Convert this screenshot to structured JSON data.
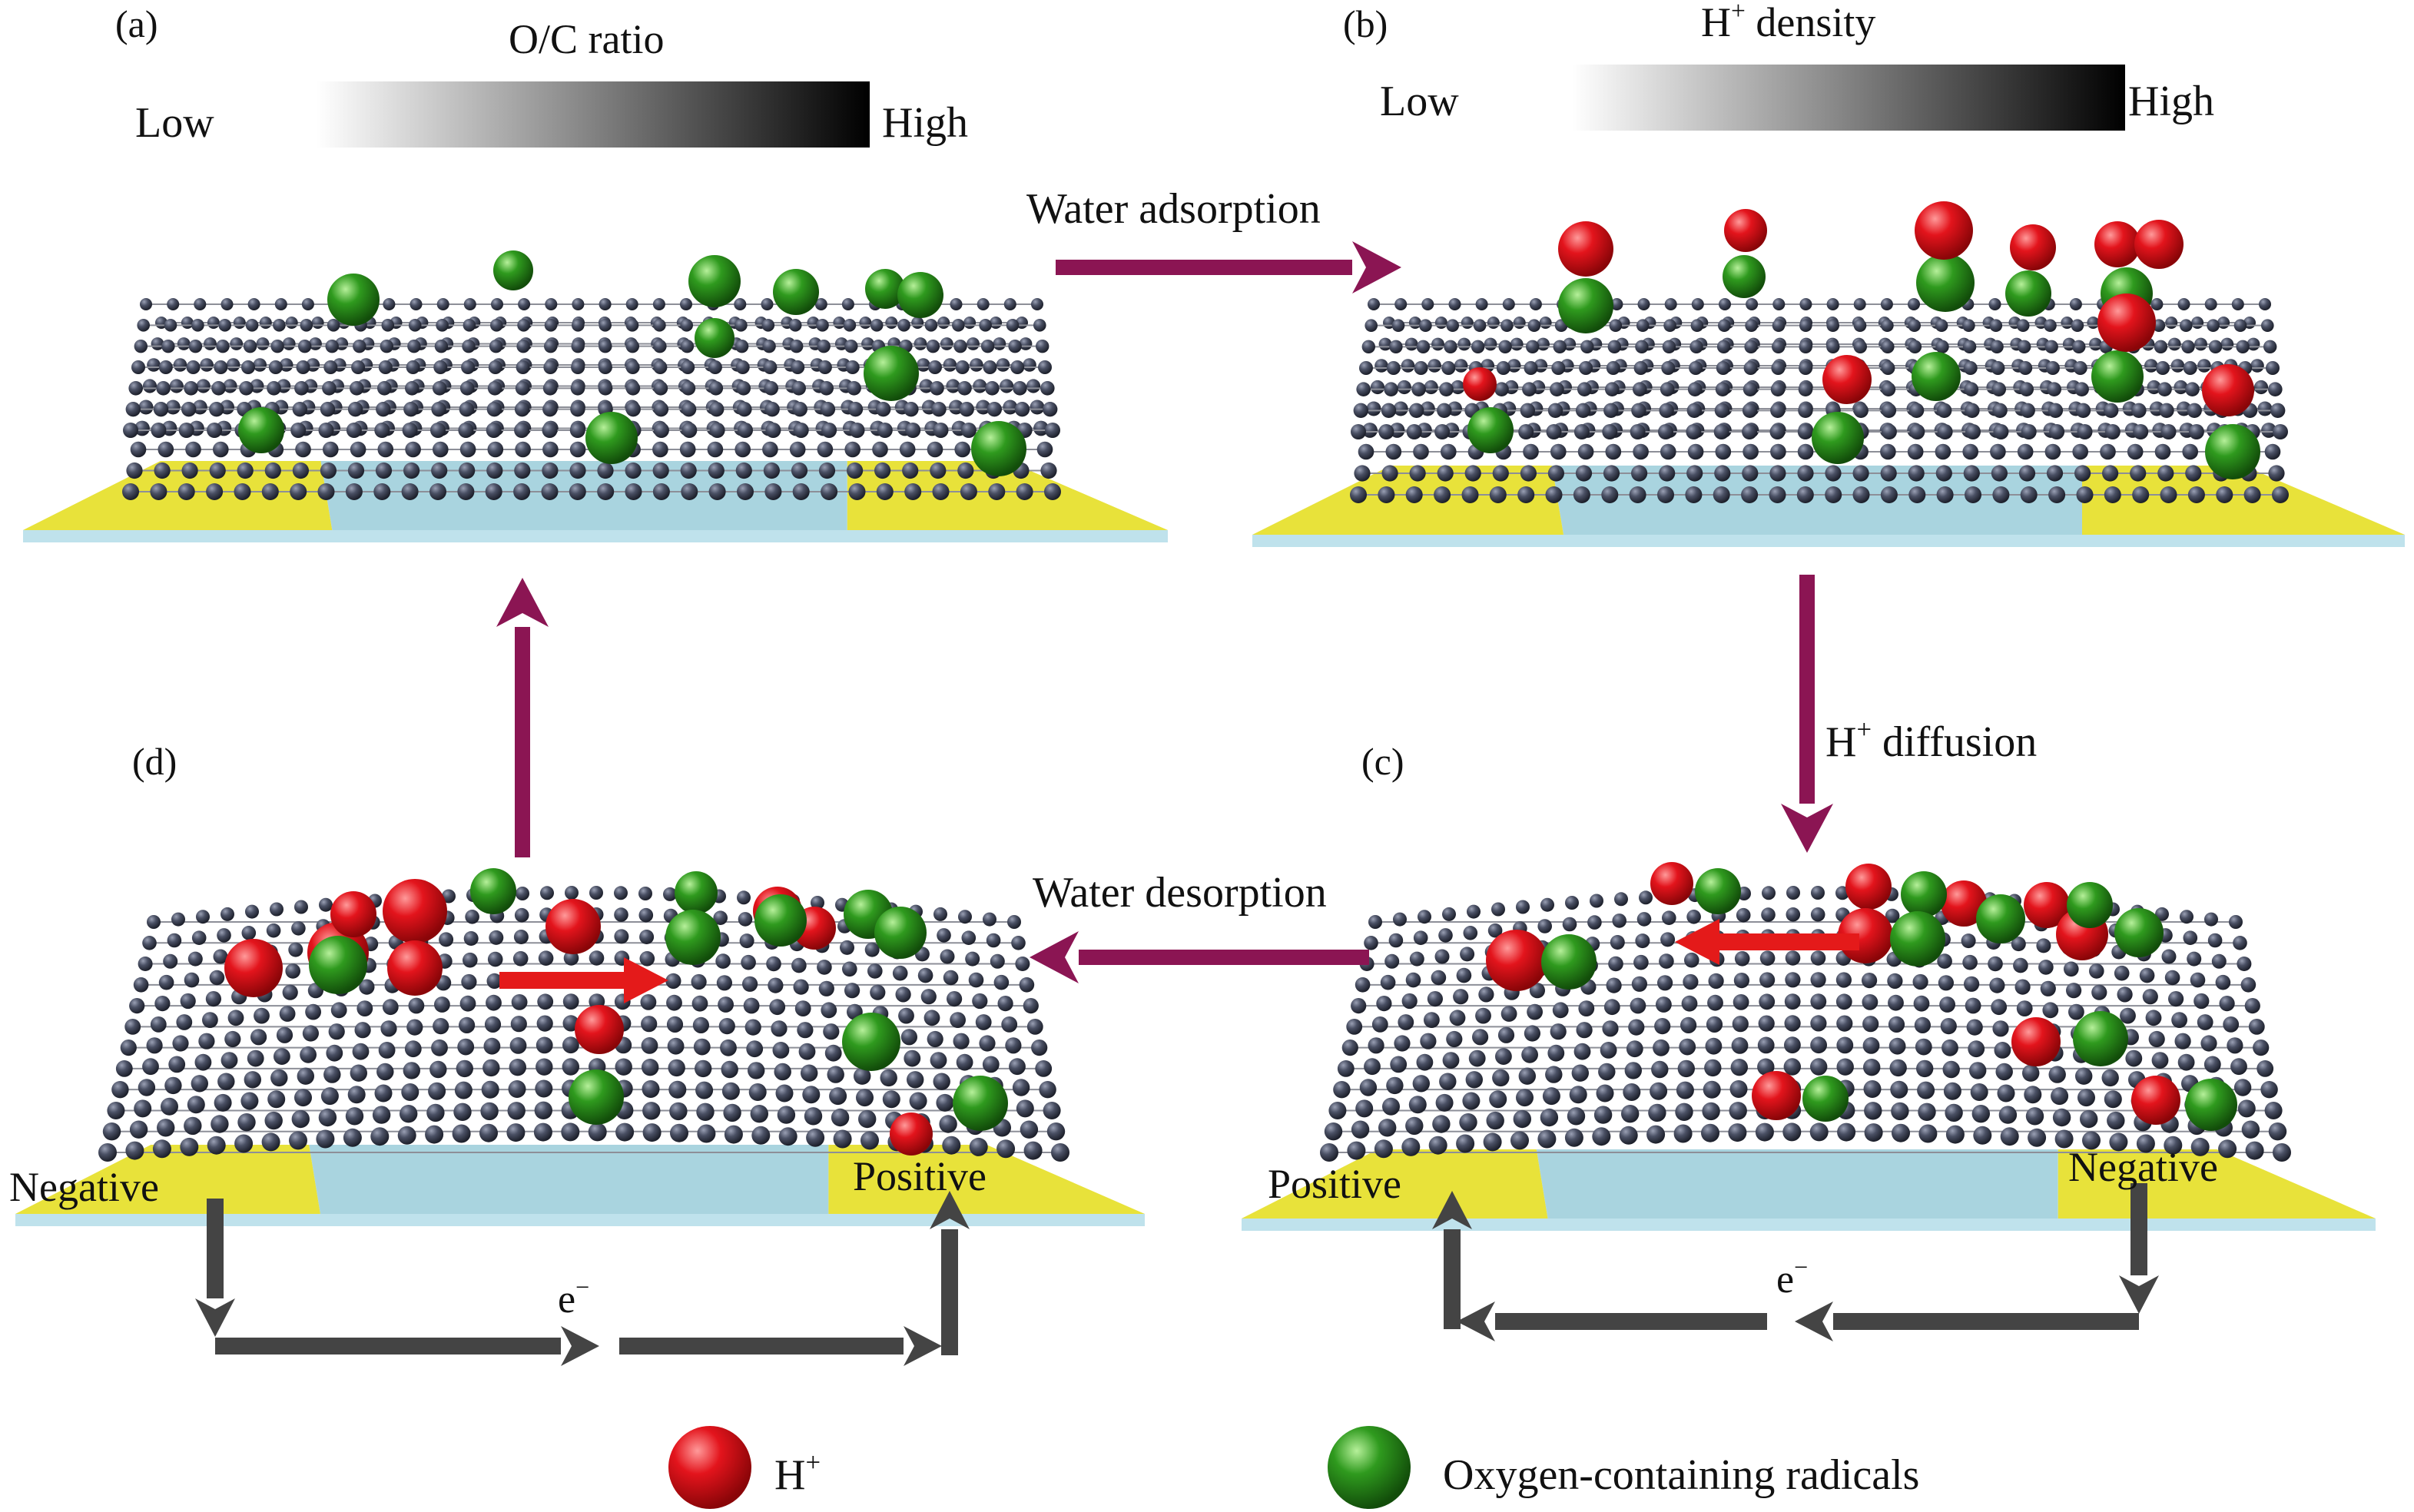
{
  "panels": {
    "a": {
      "label": "(a)",
      "bar_title": "O/C ratio",
      "low": "Low",
      "high": "High"
    },
    "b": {
      "label": "(b)",
      "bar_title_sup": "+",
      "bar_title_main": "H",
      "bar_title_rest": " density",
      "low": "Low",
      "high": "High"
    },
    "c": {
      "label": "(c)",
      "left_pole": "Positive",
      "right_pole": "Negative",
      "electron_main": "e",
      "electron_sup": "−"
    },
    "d": {
      "label": "(d)",
      "left_pole": "Negative",
      "right_pole": "Positive",
      "electron_main": "e",
      "electron_sup": "−"
    }
  },
  "steps": {
    "water_adsorption": "Water adsorption",
    "h_diffusion_main": "H",
    "h_diffusion_sup": "+",
    "h_diffusion_rest": " diffusion",
    "water_desorption": "Water desorption"
  },
  "legend": {
    "h_main": "H",
    "h_sup": "+",
    "oxygen": "Oxygen-containing radicals"
  },
  "colors": {
    "cycle_arrow": "#8b1553",
    "substrate_gold": "#e8e23a",
    "substrate_blue": "#a9d4df",
    "carbon": "#3a3f4f",
    "h_plus": "#e3141c",
    "oxygen_radical": "#2a9a1c",
    "current_arrow": "#444444",
    "diffusion_arrow": "#e41a1a"
  }
}
